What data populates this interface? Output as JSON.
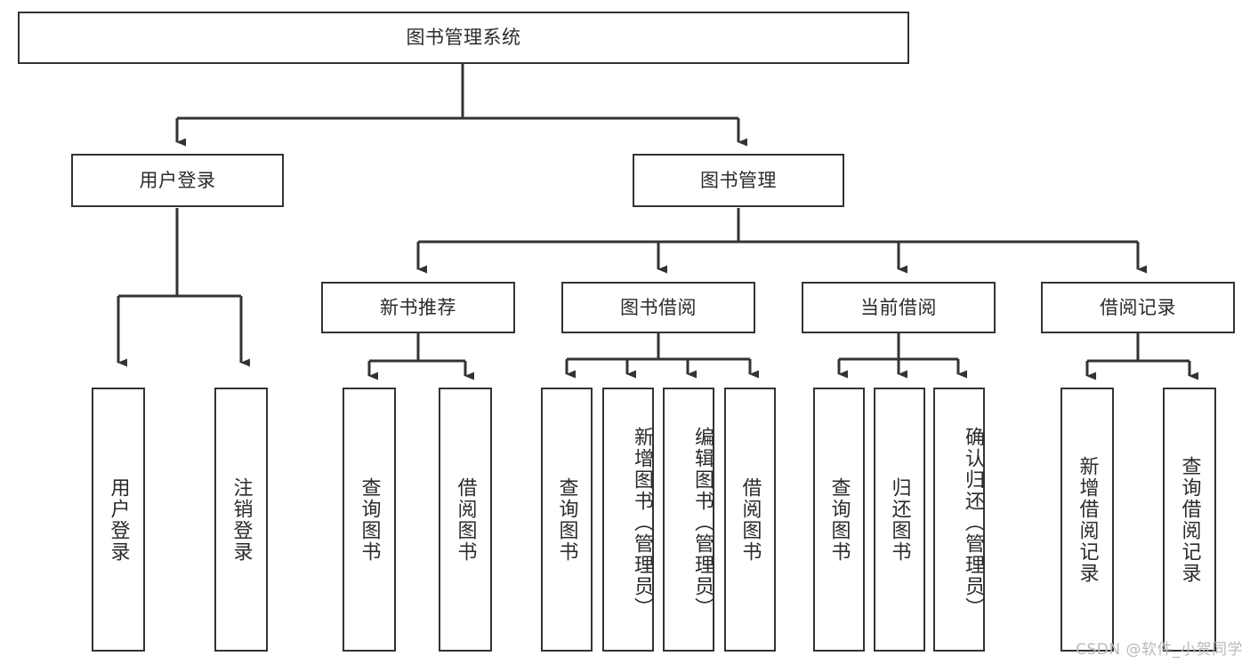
{
  "diagram": {
    "title": "图书管理系统",
    "type": "tree-hierarchy-chart",
    "root": {
      "label": "图书管理系统"
    },
    "level2": [
      {
        "label": "用户登录"
      },
      {
        "label": "图书管理"
      }
    ],
    "level3": [
      {
        "label": "新书推荐"
      },
      {
        "label": "图书借阅"
      },
      {
        "label": "当前借阅"
      },
      {
        "label": "借阅记录"
      }
    ],
    "leaves": {
      "user_login": [
        {
          "label": "用户登录"
        },
        {
          "label": "注销登录"
        }
      ],
      "new_book_recommend": [
        {
          "label": "查询图书"
        },
        {
          "label": "借阅图书"
        }
      ],
      "book_borrow": [
        {
          "label": "查询图书"
        },
        {
          "label": "新增图书（管理员）"
        },
        {
          "label": "编辑图书（管理员）"
        },
        {
          "label": "借阅图书"
        }
      ],
      "current_borrow": [
        {
          "label": "查询图书"
        },
        {
          "label": "归还图书"
        },
        {
          "label": "确认归还（管理员）"
        }
      ],
      "borrow_record": [
        {
          "label": "新增借阅记录"
        },
        {
          "label": "查询借阅记录"
        }
      ]
    }
  },
  "watermark": {
    "text": "CSDN @软件_小贺同学"
  },
  "colors": {
    "stroke": "#333333",
    "text": "#2b2b2b",
    "background": "#ffffff",
    "watermark": "#b9b9b9"
  }
}
